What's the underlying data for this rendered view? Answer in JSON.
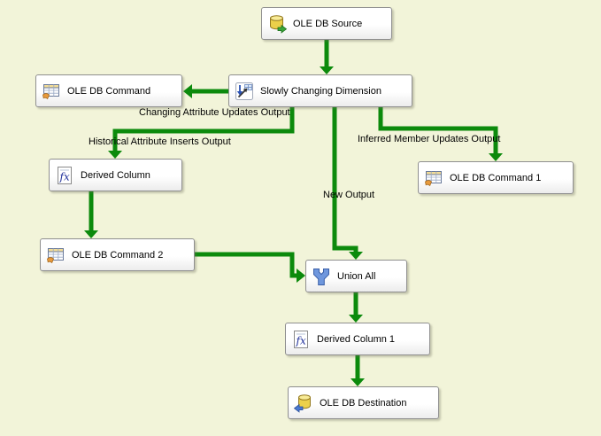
{
  "colors": {
    "background": "#f2f4d9",
    "connector": "#0c8a0c",
    "node_border": "#8f8f8f"
  },
  "icons": {
    "formula_glyph": "fx"
  },
  "nodes": [
    {
      "label": "OLE DB Source",
      "icon": "database-export-icon"
    },
    {
      "label": "OLE DB Command",
      "icon": "table-command-icon"
    },
    {
      "label": "Slowly Changing Dimension",
      "icon": "scd-arrows-icon"
    },
    {
      "label": "Derived Column",
      "icon": "formula-fx-icon"
    },
    {
      "label": "OLE DB Command 1",
      "icon": "table-command-icon"
    },
    {
      "label": "OLE DB Command 2",
      "icon": "table-command-icon"
    },
    {
      "label": "Union All",
      "icon": "union-merge-icon"
    },
    {
      "label": "Derived Column 1",
      "icon": "formula-fx-icon"
    },
    {
      "label": "OLE DB Destination",
      "icon": "database-import-icon"
    }
  ],
  "edges": [
    {
      "from": "OLE DB Source",
      "to": "Slowly Changing Dimension",
      "label": ""
    },
    {
      "from": "Slowly Changing Dimension",
      "to": "OLE DB Command",
      "label": "Changing Attribute Updates Output"
    },
    {
      "from": "Slowly Changing Dimension",
      "to": "Derived Column",
      "label": "Historical Attribute Inserts Output"
    },
    {
      "from": "Slowly Changing Dimension",
      "to": "OLE DB Command 1",
      "label": "Inferred Member Updates Output"
    },
    {
      "from": "Slowly Changing Dimension",
      "to": "Union All",
      "label": "New Output"
    },
    {
      "from": "Derived Column",
      "to": "OLE DB Command 2",
      "label": ""
    },
    {
      "from": "OLE DB Command 2",
      "to": "Union All",
      "label": ""
    },
    {
      "from": "Union All",
      "to": "Derived Column 1",
      "label": ""
    },
    {
      "from": "Derived Column 1",
      "to": "OLE DB Destination",
      "label": ""
    }
  ]
}
